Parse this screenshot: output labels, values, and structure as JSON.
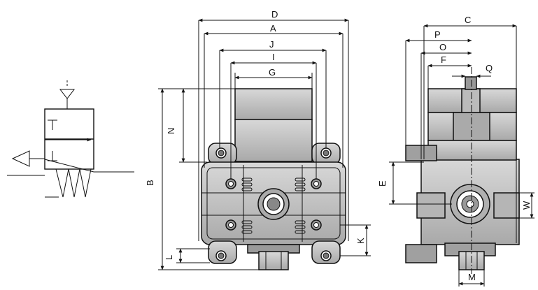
{
  "colors": {
    "ink": "#111111",
    "body_fill": "#c8c8c8",
    "body_dark": "#8a8a8a",
    "background": "#ffffff"
  },
  "symbol": {
    "name": "3/2-way valve, normally closed, spring return"
  },
  "front_view_dims": {
    "A": "A",
    "B": "B",
    "D": "D",
    "G": "G",
    "I": "I",
    "J": "J",
    "K": "K",
    "L": "L",
    "N": "N"
  },
  "side_view_dims": {
    "C": "C",
    "E": "E",
    "F": "F",
    "M": "M",
    "O": "O",
    "P": "P",
    "Q": "Q",
    "W": "W"
  }
}
